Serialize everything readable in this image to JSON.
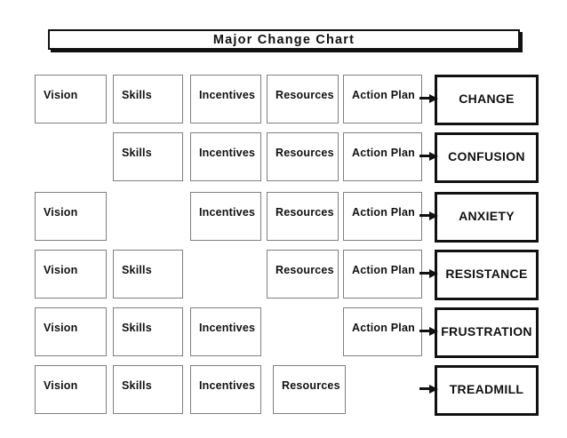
{
  "title": "Major Change Chart",
  "rows": [
    {
      "vision": "Vision",
      "skills": "Skills",
      "incentives": "Incentives",
      "resources": "Resources",
      "action_plan": "Action Plan",
      "outcome": "CHANGE"
    },
    {
      "skills": "Skills",
      "incentives": "Incentives",
      "resources": "Resources",
      "action_plan": "Action Plan",
      "outcome": "CONFUSION"
    },
    {
      "vision": "Vision",
      "incentives": "Incentives",
      "resources": "Resources",
      "action_plan": "Action Plan",
      "outcome": "ANXIETY"
    },
    {
      "vision": "Vision",
      "skills": "Skills",
      "resources": "Resources",
      "action_plan": "Action Plan",
      "outcome": "RESISTANCE"
    },
    {
      "vision": "Vision",
      "skills": "Skills",
      "incentives": "Incentives",
      "action_plan": "Action Plan",
      "outcome": "FRUSTRATION"
    },
    {
      "vision": "Vision",
      "skills": "Skills",
      "incentives": "Incentives",
      "resources": "Resources",
      "outcome": "TREADMILL"
    }
  ],
  "icons": {
    "arrow": "right-arrow"
  },
  "colors": {
    "box_border": "#7f7f7f",
    "outcome_border": "#111111",
    "text": "#111111",
    "background": "#ffffff"
  }
}
